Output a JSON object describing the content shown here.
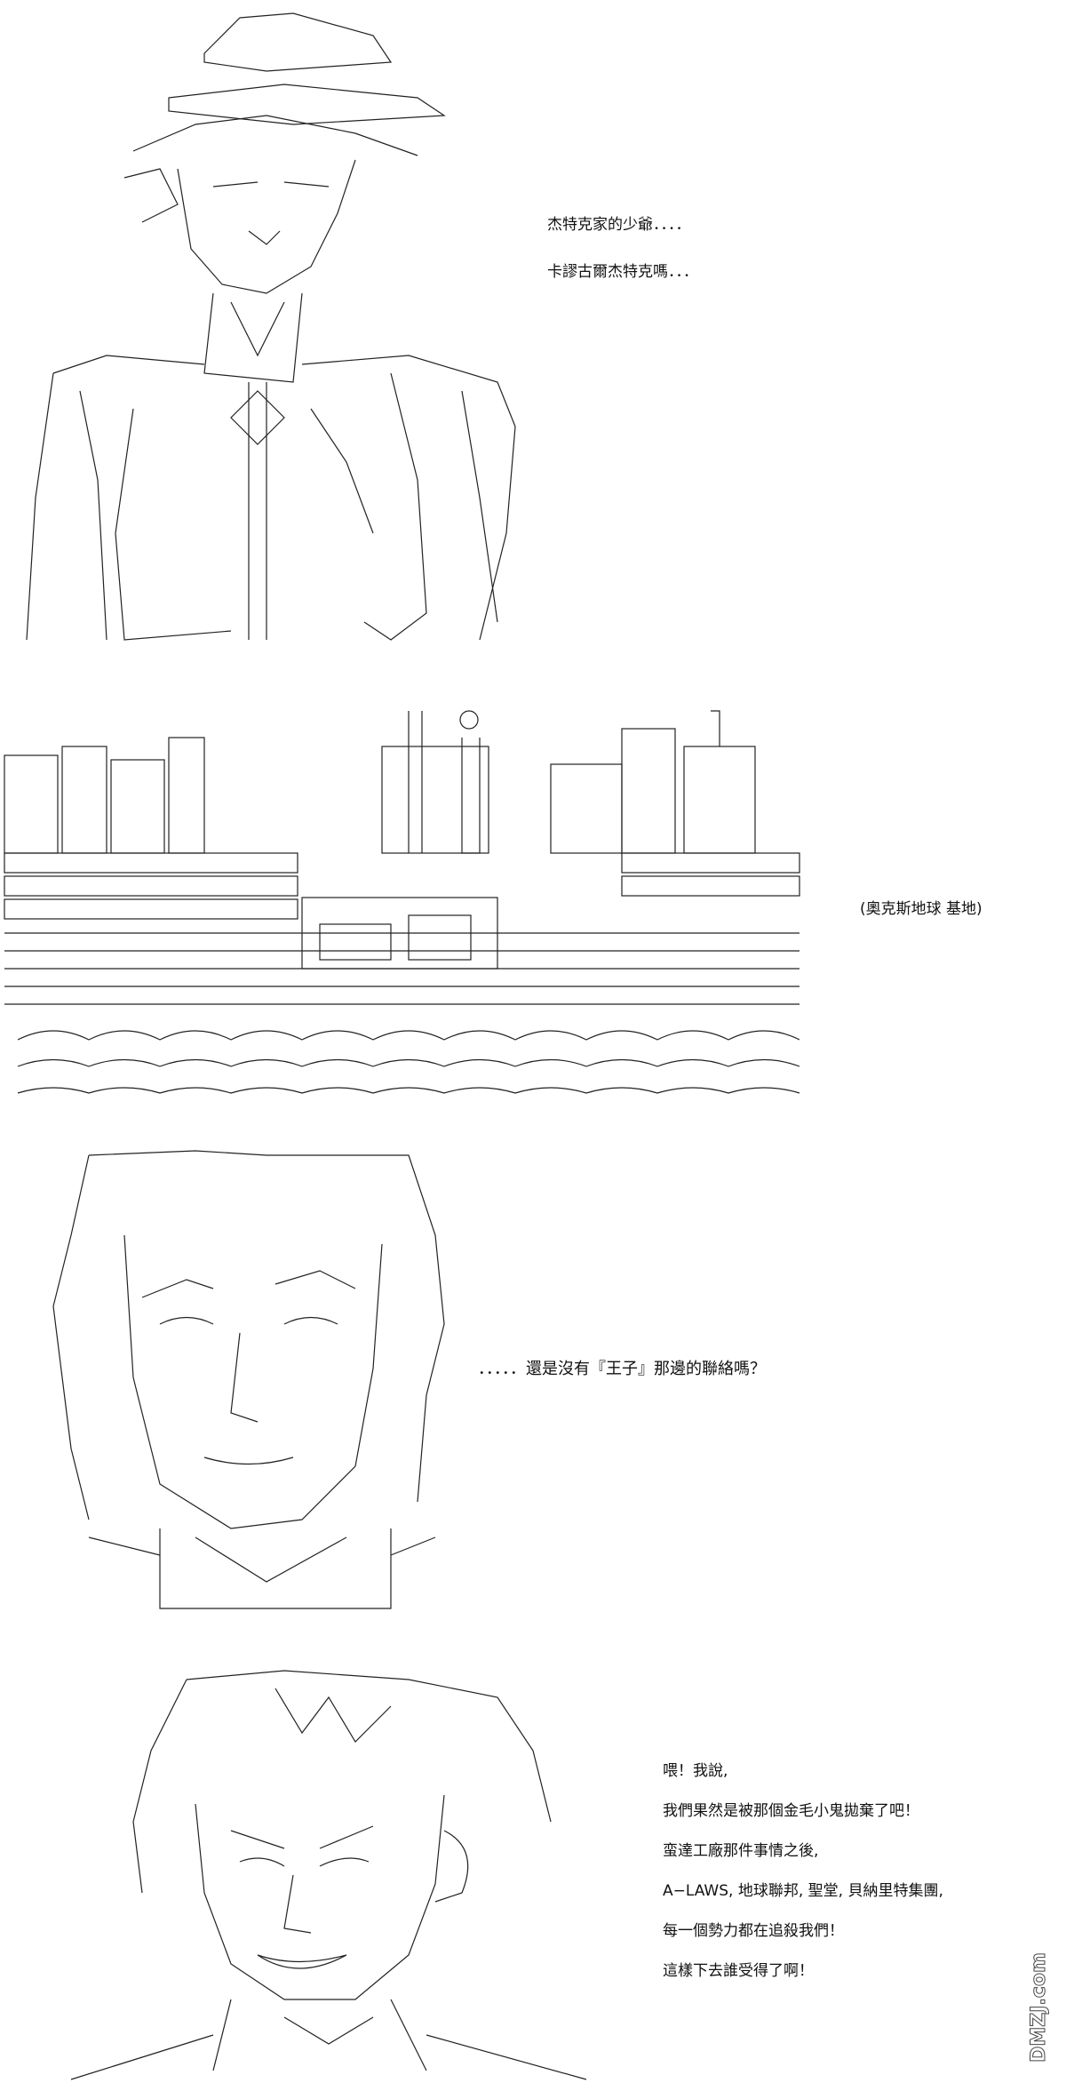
{
  "panel1": {
    "lines": [
      "杰特克家的少爺．．．．",
      "卡謬古爾杰特克嗎．．．"
    ]
  },
  "panel2": {
    "caption": "(奧克斯地球  基地)"
  },
  "panel3": {
    "line": "．．．．．還是沒有『王子』那邊的聯絡嗎？"
  },
  "panel4": {
    "lines": [
      "喂！我說,",
      "我們果然是被那個金毛小鬼拋棄了吧！",
      "蛮達工廠那件事情之後,",
      "A−LAWS, 地球聯邦, 聖堂, 貝納里特集團,",
      "每一個勢力都在追殺我們！",
      "這樣下去誰受得了啊！"
    ]
  },
  "watermark": {
    "text": "DMZJ.com"
  }
}
